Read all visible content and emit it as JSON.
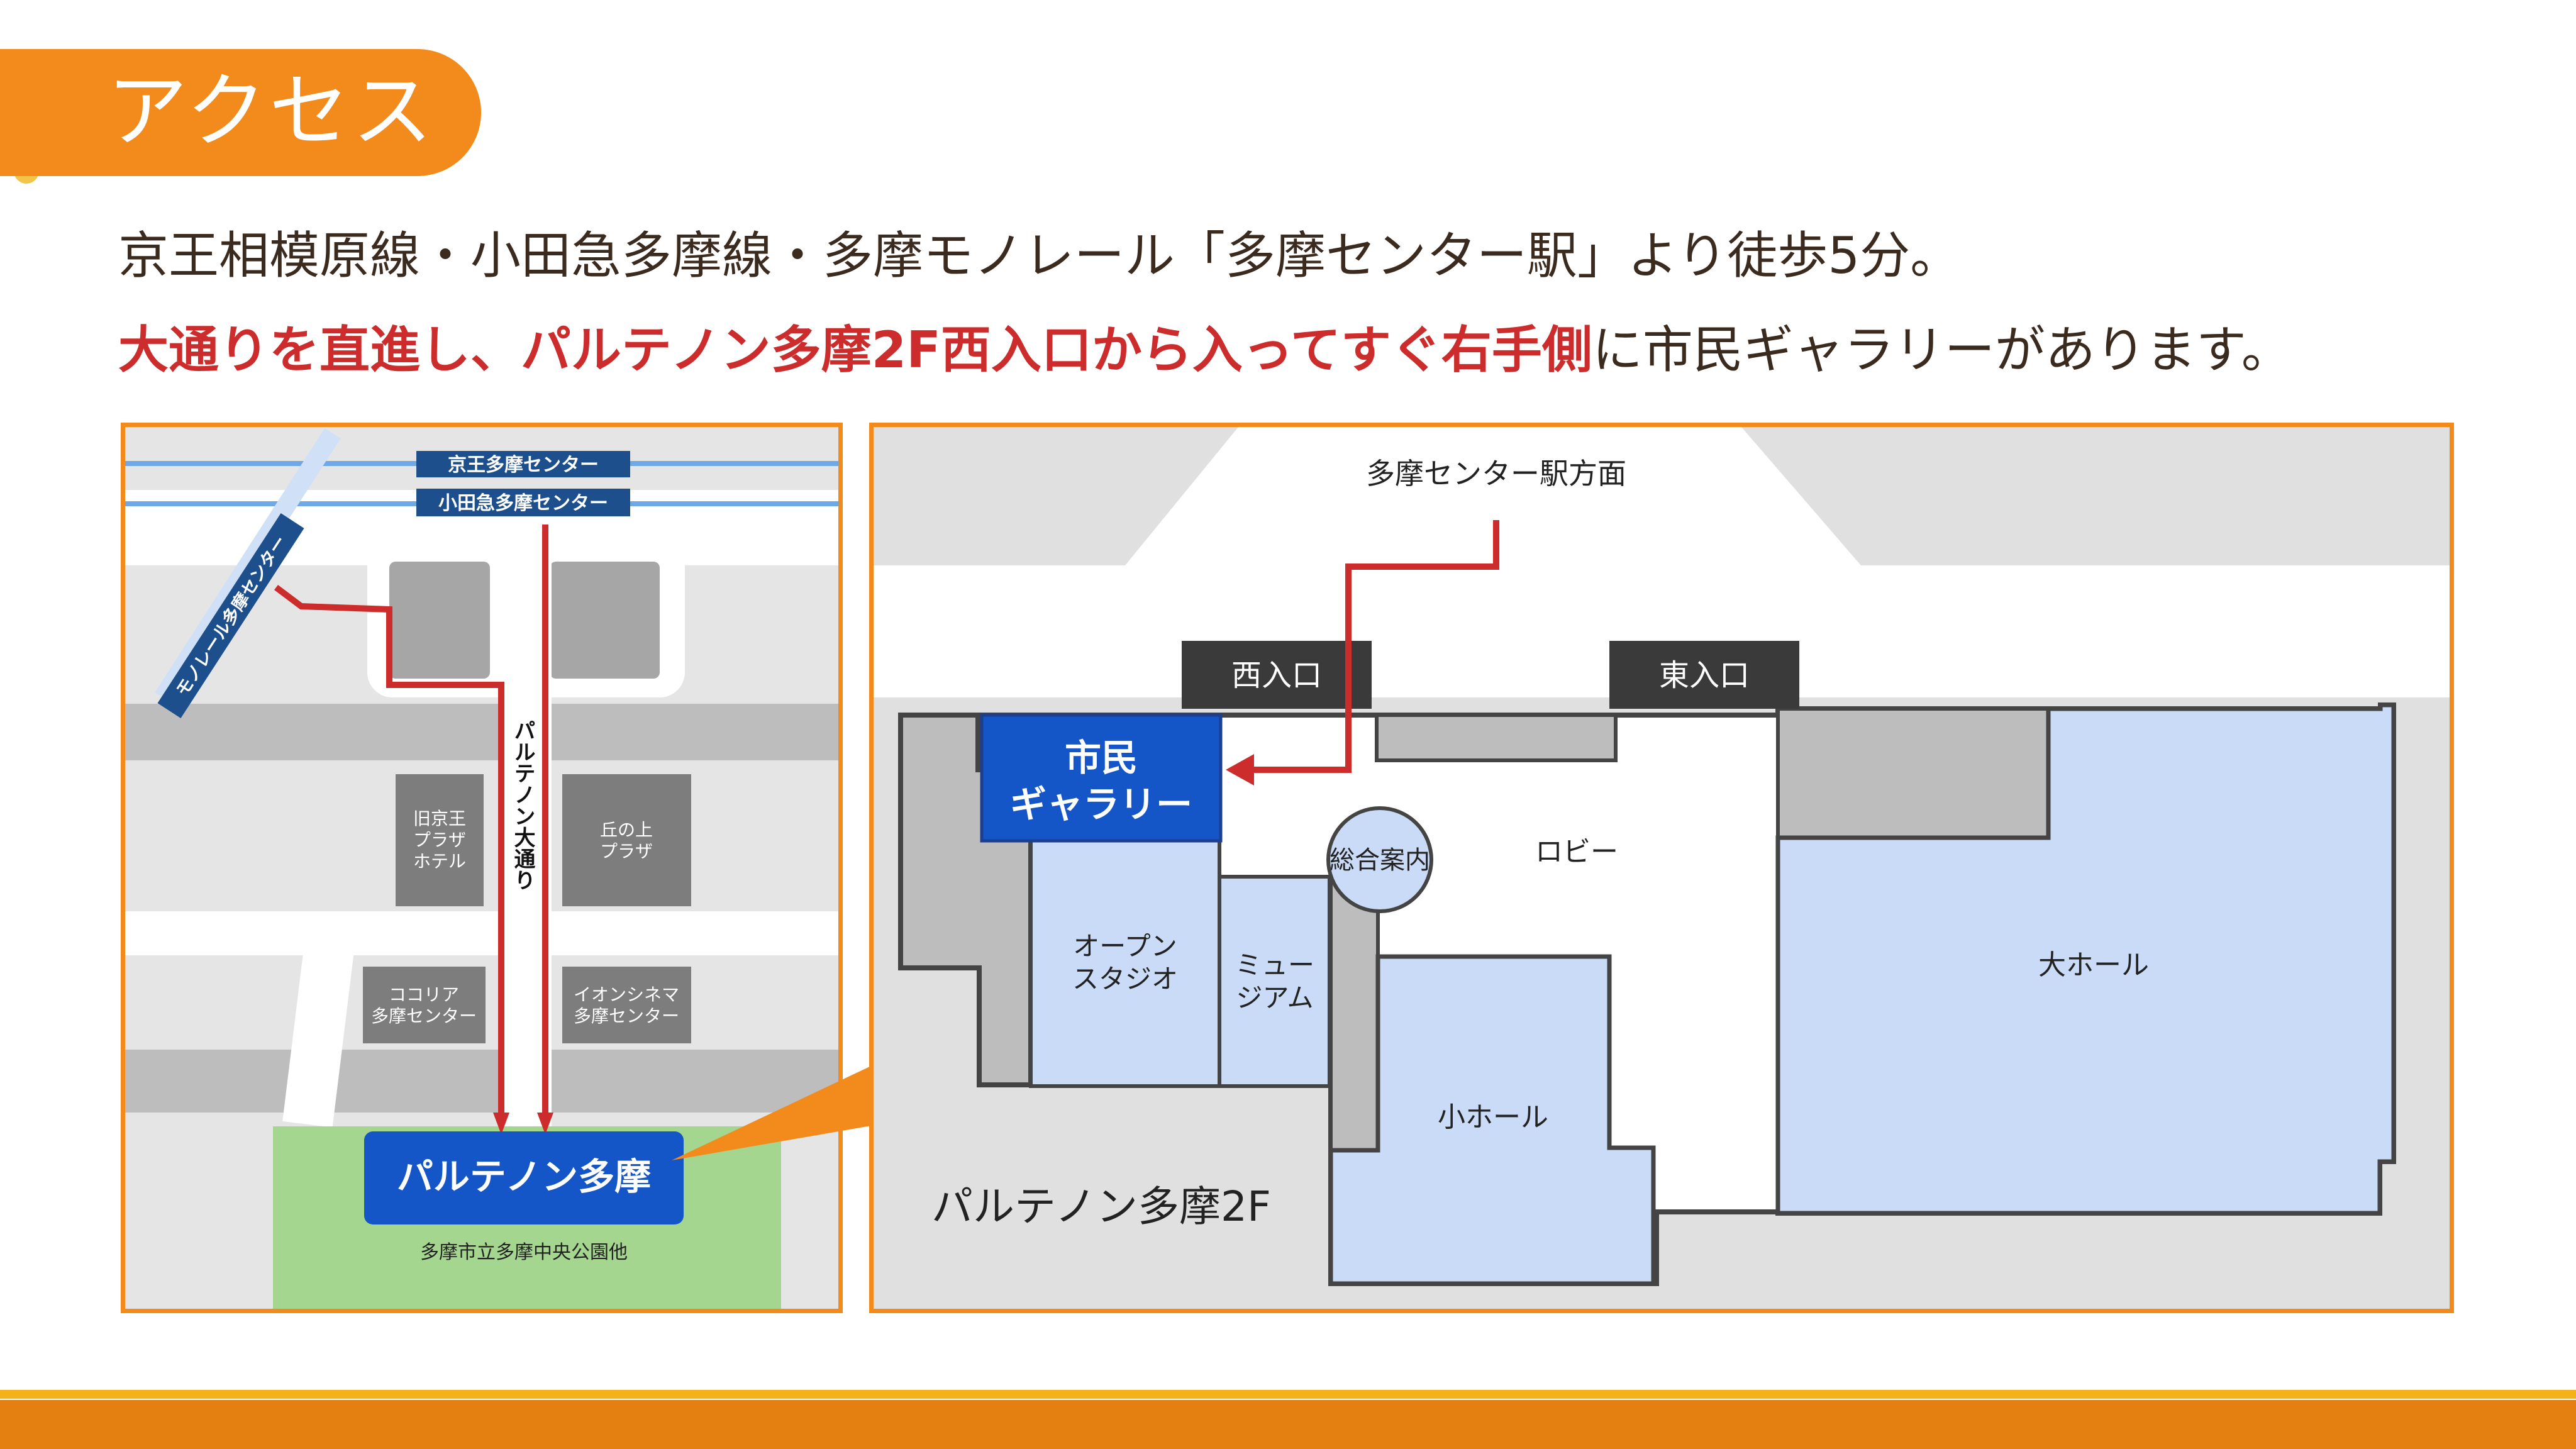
{
  "header": {
    "title": "アクセス"
  },
  "intro": {
    "line1": "京王相模原線・小田急多摩線・多摩モノレール「多摩センター駅」より徒歩5分。",
    "line2_highlight": "大通りを直進し、パルテノン多摩2F西入口から入ってすぐ右手側",
    "line2_rest": "に市民ギャラリーがあります。"
  },
  "area_map": {
    "station_keio": "京王多摩センター",
    "station_odakyu": "小田急多摩センター",
    "monorail": "モノレール多摩センター",
    "avenue": "パルテノン大通り",
    "building_keio_plaza": [
      "旧京王",
      "プラザ",
      "ホテル"
    ],
    "building_okanoue": [
      "丘の上",
      "プラザ"
    ],
    "building_cocoria": [
      "ココリア",
      "多摩センター"
    ],
    "building_aeon": [
      "イオンシネマ",
      "多摩センター"
    ],
    "destination": "パルテノン多摩",
    "park": "多摩市立多摩中央公園他"
  },
  "floor_map": {
    "direction_label": "多摩センター駅方面",
    "west_entrance": "西入口",
    "east_entrance": "東入口",
    "gallery": [
      "市民",
      "ギャラリー"
    ],
    "information": "総合案内",
    "lobby": "ロビー",
    "open_studio": [
      "オープン",
      "スタジオ"
    ],
    "museum": [
      "ミュー",
      "ジアム"
    ],
    "small_hall": "小ホール",
    "large_hall": "大ホール",
    "floor_title": "パルテノン多摩2F"
  },
  "colors": {
    "accent_orange": "#f28a1c",
    "route_red": "#cc2c2c",
    "station_navy": "#1d4f8c",
    "destination_blue": "#1455c8",
    "hall_blue": "#c9dbf6",
    "park_green": "#a5d690"
  }
}
